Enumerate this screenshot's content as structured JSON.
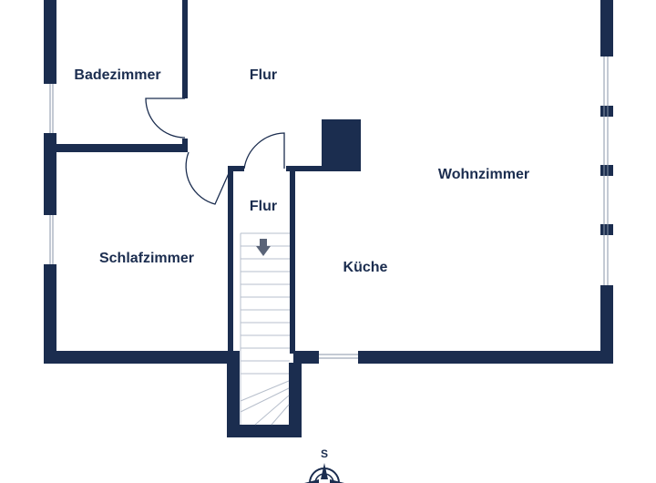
{
  "floorplan": {
    "rooms": {
      "bathroom": "Badezimmer",
      "hallway_upper": "Flur",
      "hallway_lower": "Flur",
      "bedroom": "Schlafzimmer",
      "kitchen": "Küche",
      "living_room": "Wohnzimmer"
    },
    "compass": {
      "label": "S"
    }
  },
  "colors": {
    "wall": "#1b2d4f",
    "background": "#ffffff"
  }
}
